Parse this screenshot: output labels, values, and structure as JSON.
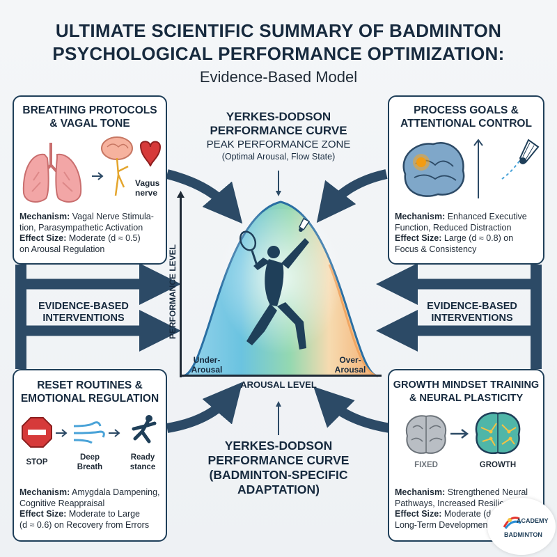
{
  "title": {
    "line1": "ULTIMATE SCIENTIFIC SUMMARY OF BADMINTON",
    "line2": "PSYCHOLOGICAL PERFORMANCE OPTIMIZATION:",
    "subtitle": "Evidence-Based Model"
  },
  "breathing": {
    "title_l1": "BREATHING PROTOCOLS",
    "title_l2": "& VAGAL TONE",
    "vagus_label_l1": "Vagus",
    "vagus_label_l2": "nerve",
    "mechanism_key": "Mechanism:",
    "mechanism_l1": " Vagal Nerve Stimula-",
    "mechanism_l2": "tion, Parasympathetic Activation",
    "effect_key": "Effect Size:",
    "effect_l1": " Moderate (d ≈ 0.5)",
    "effect_l2": "on Arousal Regulation"
  },
  "process": {
    "title_l1": "PROCESS GOALS &",
    "title_l2": "ATTENTIONAL CONTROL",
    "mechanism_key": "Mechanism:",
    "mechanism_l1": " Enhanced Executive",
    "mechanism_l2": "Function, Reduced Distraction",
    "effect_key": "Effect Size:",
    "effect_l1": " Large (d ≈ 0.8) on",
    "effect_l2": "Focus & Consistency"
  },
  "reset": {
    "title_l1": "RESET ROUTINES &",
    "title_l2": "EMOTIONAL REGULATION",
    "step1": "STOP",
    "step2_l1": "Deep",
    "step2_l2": "Breath",
    "step3_l1": "Ready",
    "step3_l2": "stance",
    "mechanism_key": "Mechanism:",
    "mechanism_l1": " Amygdala Dampening,",
    "mechanism_l2": "Cognitive Reappraisal",
    "effect_key": "Effect Size:",
    "effect_l1": " Moderate to Large",
    "effect_l2": "(d ≈ 0.6) on Recovery from Errors"
  },
  "growth": {
    "title_l1": "GROWTH MINDSET TRAINING",
    "title_l2": "& NEURAL PLASTICITY",
    "fixed": "FIXED",
    "growth": "GROWTH",
    "mechanism_key": "Mechanism:",
    "mechanism_l1": " Strengthened Neural",
    "mechanism_l2": "Pathways, Increased Resilien",
    "effect_key": "Effect Size:",
    "effect_l1": " Moderate (d",
    "effect_l2": "Long-Term Development"
  },
  "interventions_left_l1": "EVIDENCE-BASED",
  "interventions_left_l2": "INTERVENTIONS",
  "interventions_right_l1": "EVIDENCE-BASED",
  "interventions_right_l2": "INTERVENTIONS",
  "top_center": {
    "l1": "YERKES-DODSON",
    "l2": "PERFORMANCE CURVE",
    "l3": "PEAK PERFORMANCE ZONE",
    "l4": "(Optimal Arousal, Flow State)"
  },
  "curve": {
    "y_axis": "PERFORMANCE LEVEL",
    "x_axis": "AROUSAL LEVEL",
    "under_l1": "Under-",
    "under_l2": "Arousal",
    "over_l1": "Over-",
    "over_l2": "Arousal"
  },
  "bottom_center": {
    "l1": "YERKES-DODSON",
    "l2": "PERFORMANCE CURVE",
    "l3": "(BADMINTON-SPECIFIC",
    "l4": "ADAPTATION)"
  },
  "logo": {
    "line1": "ACADEMY",
    "line2": "BADMINTON"
  },
  "colors": {
    "navy": "#1f3f59",
    "arrow": "#2c4a66",
    "under": "#6ab8d8",
    "peak": "#7cc8a6",
    "over": "#f0a663"
  }
}
